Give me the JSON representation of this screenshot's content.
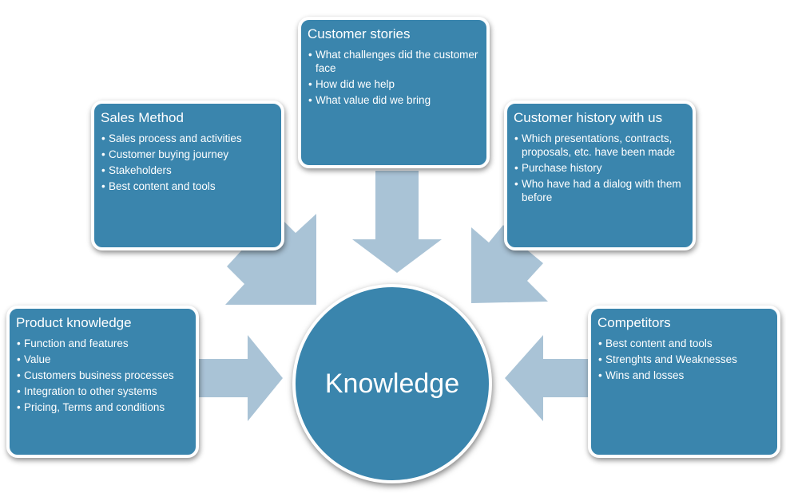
{
  "center": {
    "label": "Knowledge"
  },
  "boxes": {
    "customer_stories": {
      "title": "Customer stories",
      "items": [
        "What challenges did the customer face",
        "How did we help",
        "What value did we bring"
      ]
    },
    "sales_method": {
      "title": "Sales Method",
      "items": [
        "Sales process and activities",
        "Customer buying journey",
        "Stakeholders",
        "Best content and tools"
      ]
    },
    "customer_history": {
      "title": "Customer history with us",
      "items": [
        "Which presentations, contracts, proposals, etc. have been made",
        "Purchase history",
        "Who have had a dialog with them before"
      ]
    },
    "product_knowledge": {
      "title": "Product knowledge",
      "items": [
        "Function and features",
        "Value",
        "Customers business processes",
        "Integration to other systems",
        "Pricing, Terms and conditions"
      ]
    },
    "competitors": {
      "title": "Competitors",
      "items": [
        "Best content and tools",
        "Strenghts and Weaknesses",
        "Wins and losses"
      ]
    }
  },
  "colors": {
    "box": "#3a85ad",
    "arrow": "#a9c3d6",
    "border": "#ffffff"
  }
}
